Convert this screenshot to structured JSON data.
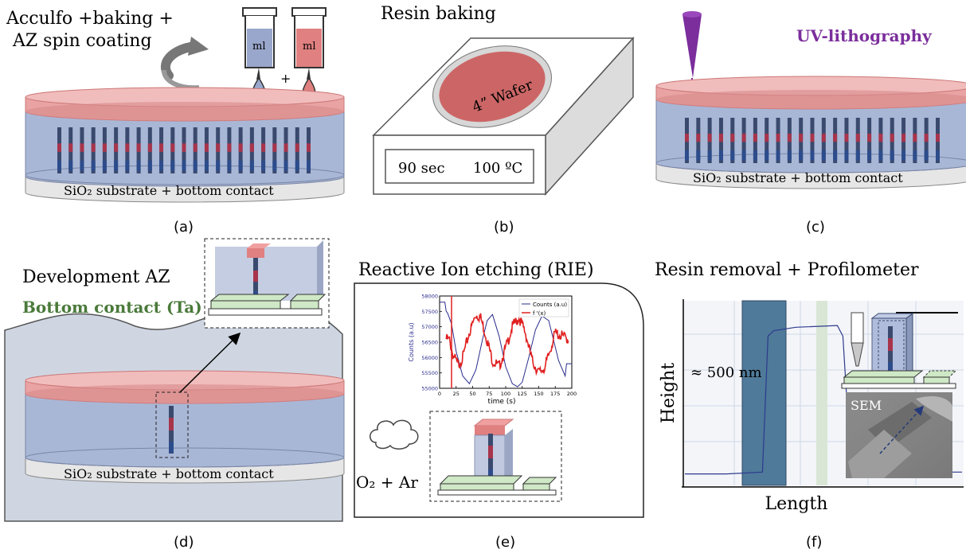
{
  "panels": {
    "a": {
      "caption": "(a)",
      "title_line1": "Acculfo +baking +",
      "title_line2": "AZ spin coating",
      "syringe_label_1": "ml",
      "plus": "+",
      "syringe_label_2": "ml",
      "substrate_label": "SiO₂ substrate + bottom contact"
    },
    "b": {
      "caption": "(b)",
      "title": "Resin baking",
      "wafer_label": "4” Wafer",
      "time": "90 sec",
      "temperature": "100 ºC"
    },
    "c": {
      "caption": "(c)",
      "title": "UV-lithography",
      "substrate_label": "SiO₂ substrate + bottom contact"
    },
    "d": {
      "caption": "(d)",
      "title": "Development AZ",
      "subtitle": "Bottom contact (Ta)",
      "substrate_label": "SiO₂ substrate + bottom contact"
    },
    "e": {
      "caption": "(e)",
      "title": "Reactive Ion etching (RIE)",
      "gas_label": "O₂ + Ar"
    },
    "f": {
      "caption": "(f)",
      "title": "Resin removal + Profilometer",
      "y_label": "Height",
      "x_label": "Length",
      "step_annotation": "≈ 500 nm",
      "sem_label": "SEM"
    }
  },
  "colors": {
    "resin": "#e9a3a3",
    "resin_dark": "#d97878",
    "substrate_blue": "#a9b7d6",
    "bottom_grey": "#e6e6e6",
    "pillar_dark": "#3a4a6e",
    "pillar_red": "#a8344b",
    "pillar_blue": "#2c4c8c",
    "uv_purple": "#7b2e9c",
    "contact_green": "#4a7a3a",
    "blob_bg": "#cfd6e2",
    "rie_blue_line": "#2b2d8c",
    "rie_red_line": "#e02020"
  },
  "chart_data": {
    "type": "line",
    "title": "",
    "xlabel": "time (s)",
    "ylabel": "Counts (a.u)",
    "xlim": [
      0,
      200
    ],
    "ylim": [
      55000,
      58000
    ],
    "x_ticks": [
      0,
      25,
      50,
      75,
      100,
      125,
      150,
      175,
      200
    ],
    "y_ticks": [
      55000,
      55500,
      56000,
      56500,
      57000,
      57500,
      58000
    ],
    "legend": [
      "Counts (a.u)",
      "f '(x)"
    ],
    "legend_position": "top-right",
    "series": [
      {
        "name": "Counts (a.u)",
        "x": [
          0,
          8,
          10,
          12,
          18,
          25,
          35,
          45,
          55,
          65,
          72,
          80,
          90,
          100,
          110,
          118,
          125,
          135,
          145,
          155,
          165,
          172,
          180,
          190,
          192,
          200
        ],
        "y": [
          57800,
          57800,
          57500,
          57450,
          57100,
          56200,
          55400,
          55150,
          55600,
          56600,
          57200,
          57400,
          56700,
          55700,
          55150,
          55050,
          55200,
          56000,
          56900,
          57350,
          57200,
          56600,
          55900,
          55400,
          55800,
          55800
        ]
      },
      {
        "name": "f '(x)",
        "x": [
          10,
          15,
          20,
          28,
          35,
          45,
          55,
          62,
          70,
          80,
          90,
          100,
          110,
          120,
          130,
          140,
          150,
          160,
          168,
          175,
          185,
          195
        ],
        "y": [
          56600,
          56550,
          56100,
          55750,
          56000,
          56800,
          57400,
          57300,
          56700,
          55900,
          55700,
          56300,
          57000,
          57300,
          56800,
          55900,
          55500,
          55700,
          56300,
          56800,
          56700,
          56600
        ]
      }
    ]
  },
  "profile_data": {
    "type": "line",
    "xlabel": "Length",
    "ylabel": "Height",
    "series": [
      {
        "name": "",
        "x": [
          0,
          0.15,
          0.28,
          0.3,
          0.32,
          0.4,
          0.55,
          0.57,
          0.6,
          0.7,
          0.85,
          1.0
        ],
        "y": [
          0.02,
          0.02,
          0.03,
          0.8,
          0.83,
          0.85,
          0.86,
          0.8,
          0.04,
          0.03,
          0.03,
          0.03
        ]
      }
    ]
  }
}
